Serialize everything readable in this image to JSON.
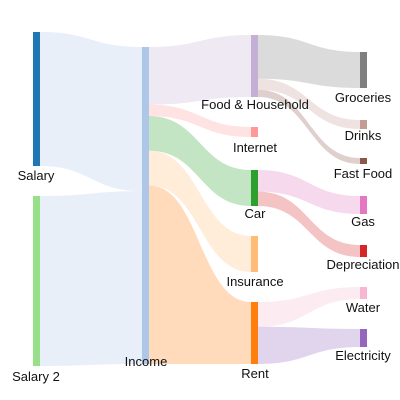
{
  "chart_data": {
    "type": "sankey",
    "title": "",
    "nodes": [
      {
        "id": "salary",
        "label": "Salary",
        "value": 50,
        "color": "#1f77b4"
      },
      {
        "id": "salary2",
        "label": "Salary 2",
        "value": 60,
        "color": "#98df8a"
      },
      {
        "id": "income",
        "label": "Income",
        "value": 110,
        "color": "#aec7e8"
      },
      {
        "id": "food",
        "label": "Food & Household",
        "value": 20,
        "color": "#c5b0d5"
      },
      {
        "id": "internet",
        "label": "Internet",
        "value": 4,
        "color": "#ff9896"
      },
      {
        "id": "car",
        "label": "Car",
        "value": 12,
        "color": "#2ca02c"
      },
      {
        "id": "insurance",
        "label": "Insurance",
        "value": 12,
        "color": "#ffbb78"
      },
      {
        "id": "rent",
        "label": "Rent",
        "value": 62,
        "color": "#ff7f0e"
      },
      {
        "id": "groceries",
        "label": "Groceries",
        "value": 12,
        "color": "#7f7f7f"
      },
      {
        "id": "drinks",
        "label": "Drinks",
        "value": 3,
        "color": "#c49c94"
      },
      {
        "id": "fastfood",
        "label": "Fast Food",
        "value": 2,
        "color": "#8c564b"
      },
      {
        "id": "gas",
        "label": "Gas",
        "value": 6,
        "color": "#e377c2"
      },
      {
        "id": "depreciation",
        "label": "Depreciation",
        "value": 4,
        "color": "#d62728"
      },
      {
        "id": "water",
        "label": "Water",
        "value": 4,
        "color": "#f7b6d2"
      },
      {
        "id": "electricity",
        "label": "Electricity",
        "value": 6,
        "color": "#9467bd"
      }
    ],
    "links": [
      {
        "source": "salary",
        "target": "income",
        "value": 50
      },
      {
        "source": "salary2",
        "target": "income",
        "value": 60
      },
      {
        "source": "income",
        "target": "food",
        "value": 20
      },
      {
        "source": "income",
        "target": "internet",
        "value": 4
      },
      {
        "source": "income",
        "target": "car",
        "value": 12
      },
      {
        "source": "income",
        "target": "insurance",
        "value": 12
      },
      {
        "source": "income",
        "target": "rent",
        "value": 62
      },
      {
        "source": "food",
        "target": "groceries",
        "value": 12
      },
      {
        "source": "food",
        "target": "drinks",
        "value": 3
      },
      {
        "source": "food",
        "target": "fastfood",
        "value": 2
      },
      {
        "source": "car",
        "target": "gas",
        "value": 6
      },
      {
        "source": "car",
        "target": "depreciation",
        "value": 4
      },
      {
        "source": "rent",
        "target": "water",
        "value": 4
      },
      {
        "source": "rent",
        "target": "electricity",
        "value": 6
      }
    ]
  }
}
